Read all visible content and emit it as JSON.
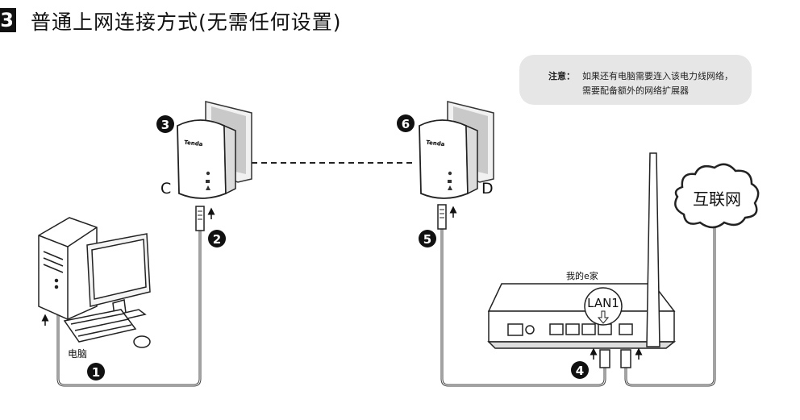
{
  "header": {
    "step_number": "3",
    "title": "普通上网连接方式(无需任何设置)"
  },
  "note": {
    "label": "注意：",
    "line1": "如果还有电脑需要连入该电力线网络，",
    "line2": "需要配备额外的网络扩展器"
  },
  "adapters": [
    {
      "letter": "C",
      "badge": "3",
      "brand": "Tenda"
    },
    {
      "letter": "D",
      "badge": "6",
      "brand": "Tenda"
    }
  ],
  "steps": {
    "cable_pc": "1",
    "cable_c": "2",
    "cable_router_lan": "4",
    "cable_d": "5"
  },
  "computer": {
    "label": "电脑"
  },
  "router": {
    "label": "我的e家",
    "port_callout": "LAN1"
  },
  "internet": {
    "label": "互联网"
  }
}
